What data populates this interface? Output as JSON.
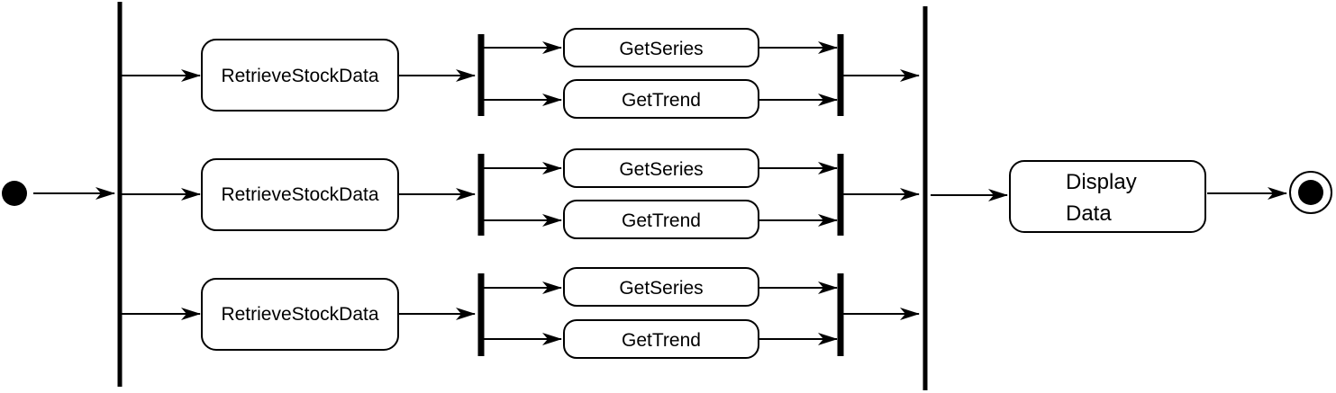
{
  "diagram": {
    "type": "uml-activity",
    "branches": [
      {
        "retrieve_label": "RetrieveStockData",
        "series_label": "GetSeries",
        "trend_label": "GetTrend"
      },
      {
        "retrieve_label": "RetrieveStockData",
        "series_label": "GetSeries",
        "trend_label": "GetTrend"
      },
      {
        "retrieve_label": "RetrieveStockData",
        "series_label": "GetSeries",
        "trend_label": "GetTrend"
      }
    ],
    "display": {
      "line1": "Display",
      "line2": "Data"
    }
  },
  "colors": {
    "stroke": "#000000",
    "background": "#ffffff"
  }
}
